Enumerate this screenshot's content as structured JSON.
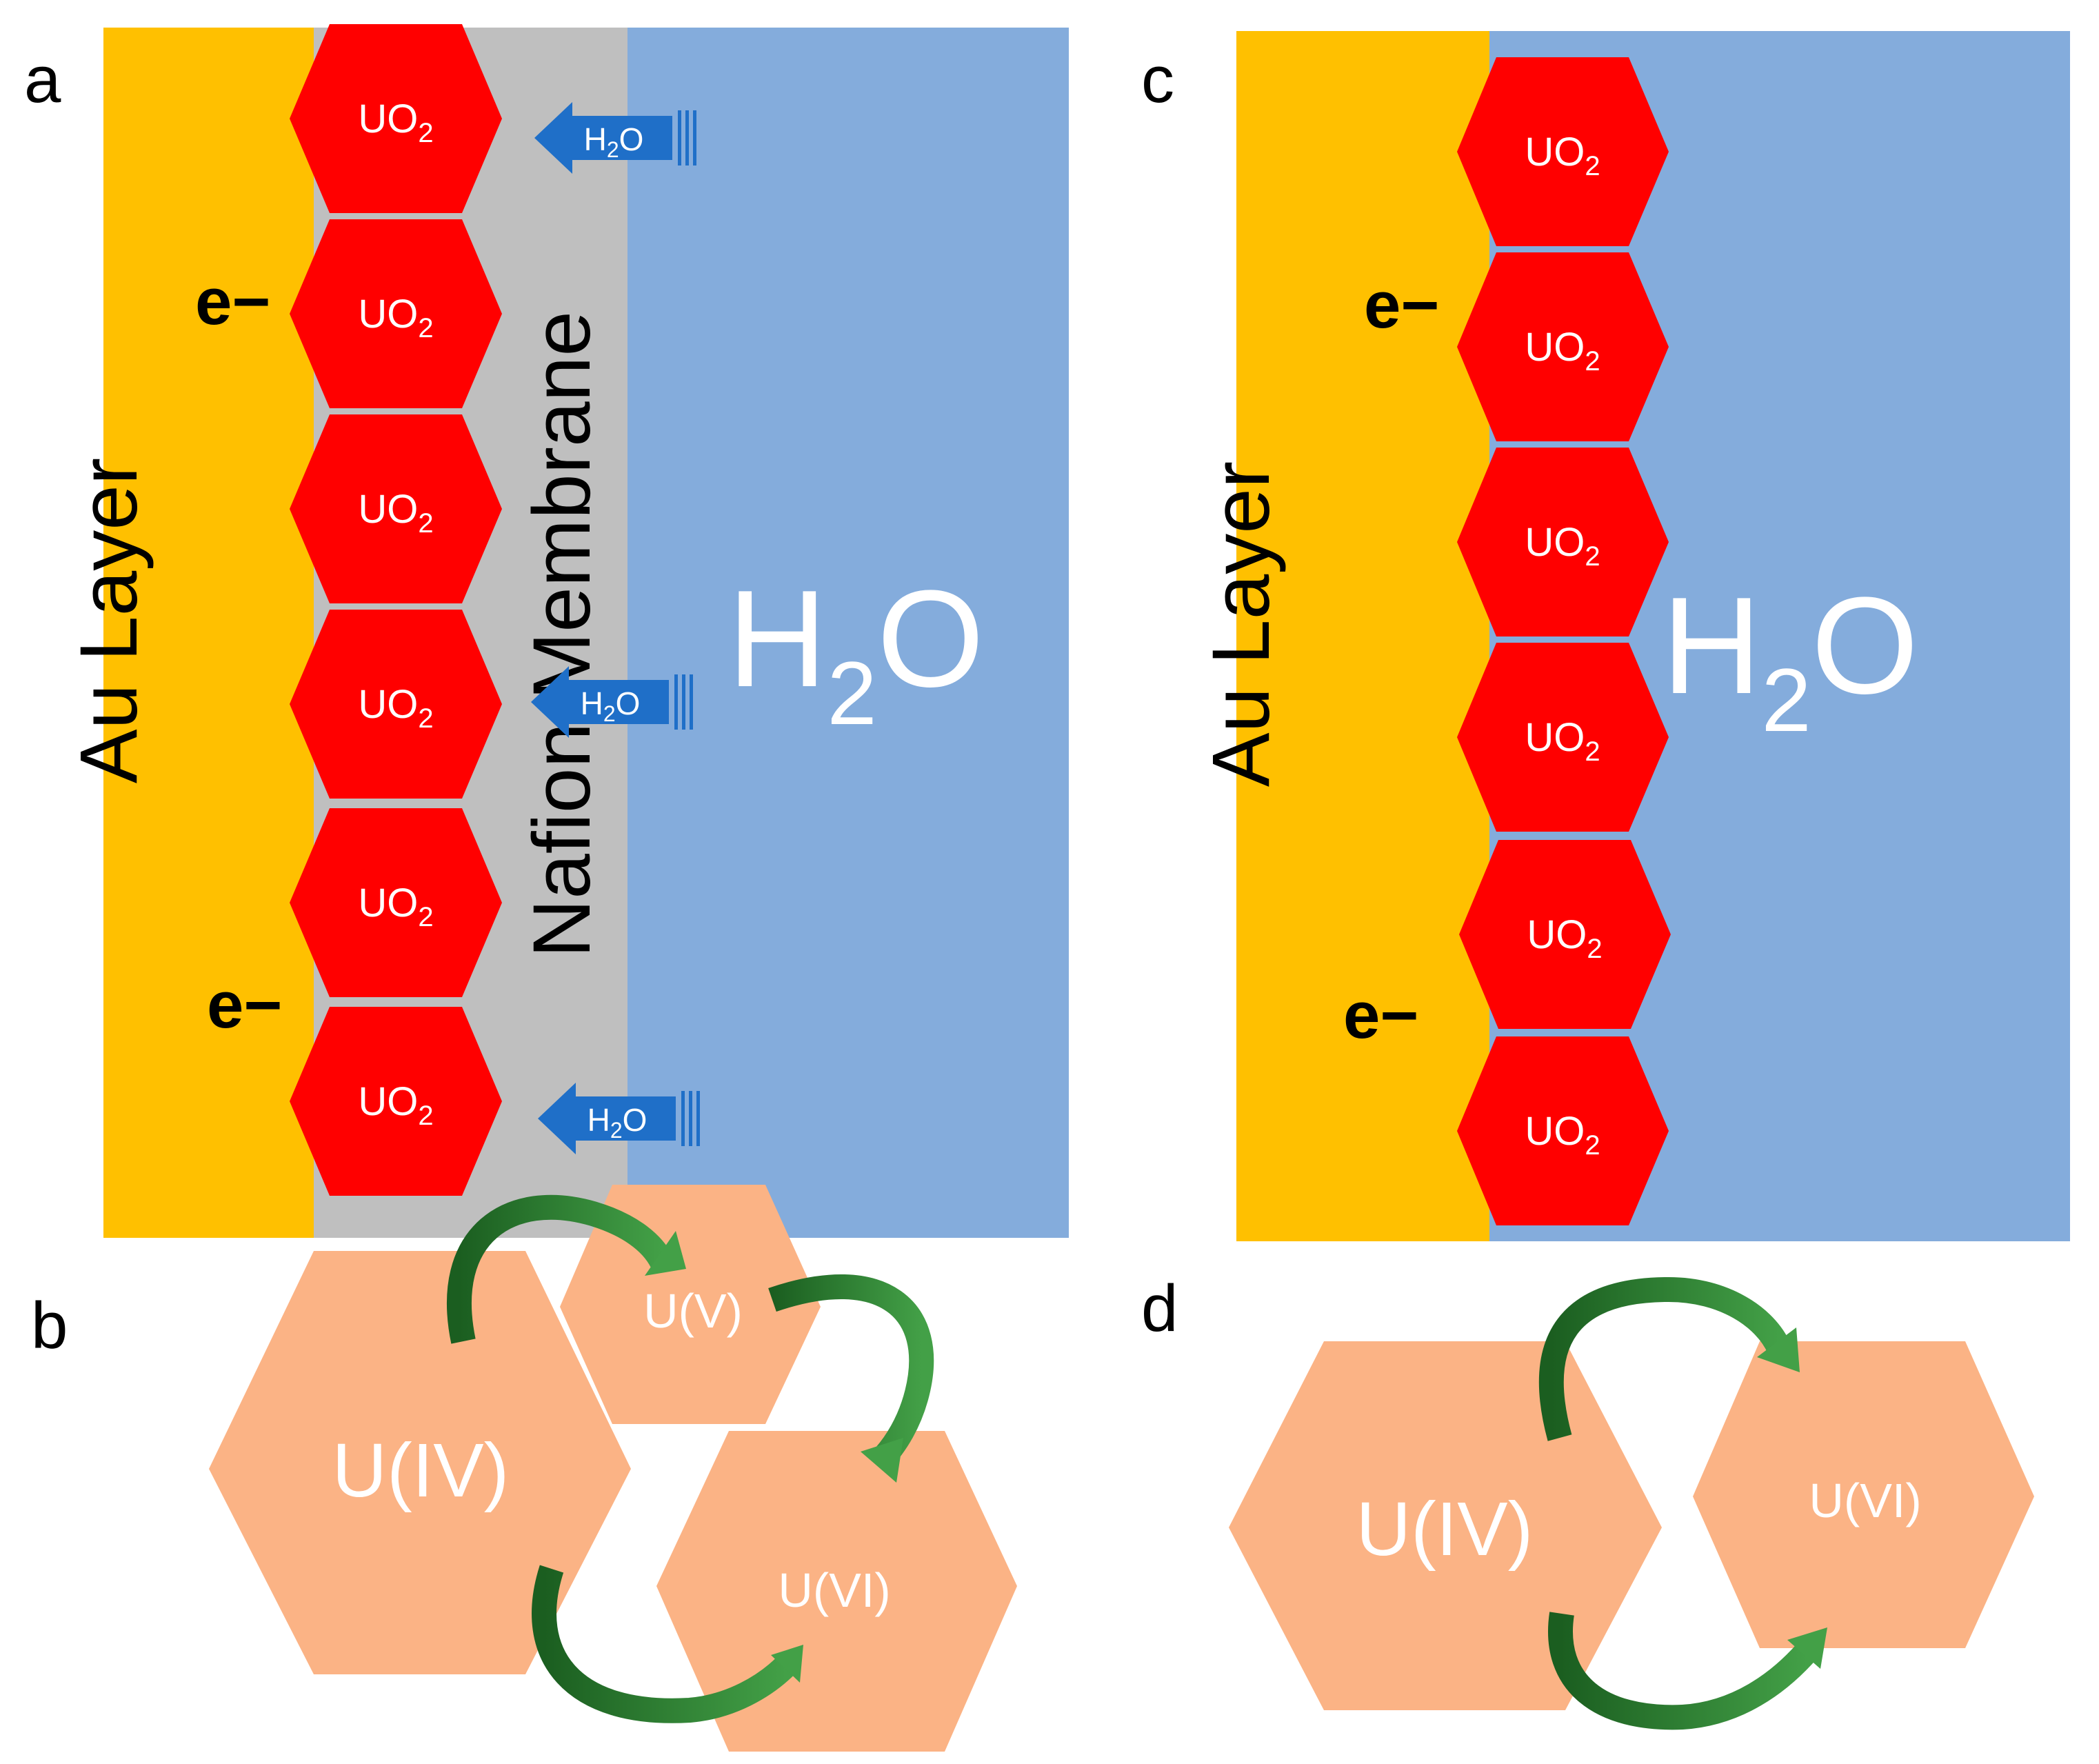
{
  "panels": {
    "a": {
      "letter": "a",
      "au_label": "Au Layer",
      "membrane_label": "Nafion Membrane",
      "water_label": "H2O",
      "electron_label": "e−",
      "particle_label": "UO2",
      "arrow_label": "H2O"
    },
    "b": {
      "letter": "b",
      "states": [
        "U(IV)",
        "U(V)",
        "U(VI)"
      ]
    },
    "c": {
      "letter": "c",
      "au_label": "Au Layer",
      "water_label": "H2O",
      "electron_label": "e−",
      "particle_label": "UO2"
    },
    "d": {
      "letter": "d",
      "states": [
        "U(IV)",
        "U(VI)"
      ]
    }
  },
  "colors": {
    "au": "#FFC000",
    "membrane": "#BFBFBF",
    "water": "#84ACDC",
    "uo2": "#FF0000",
    "arrow_blue": "#1F6FC8",
    "state_hex": "#FBB385",
    "cycle_arrow": "#2E7D32"
  }
}
